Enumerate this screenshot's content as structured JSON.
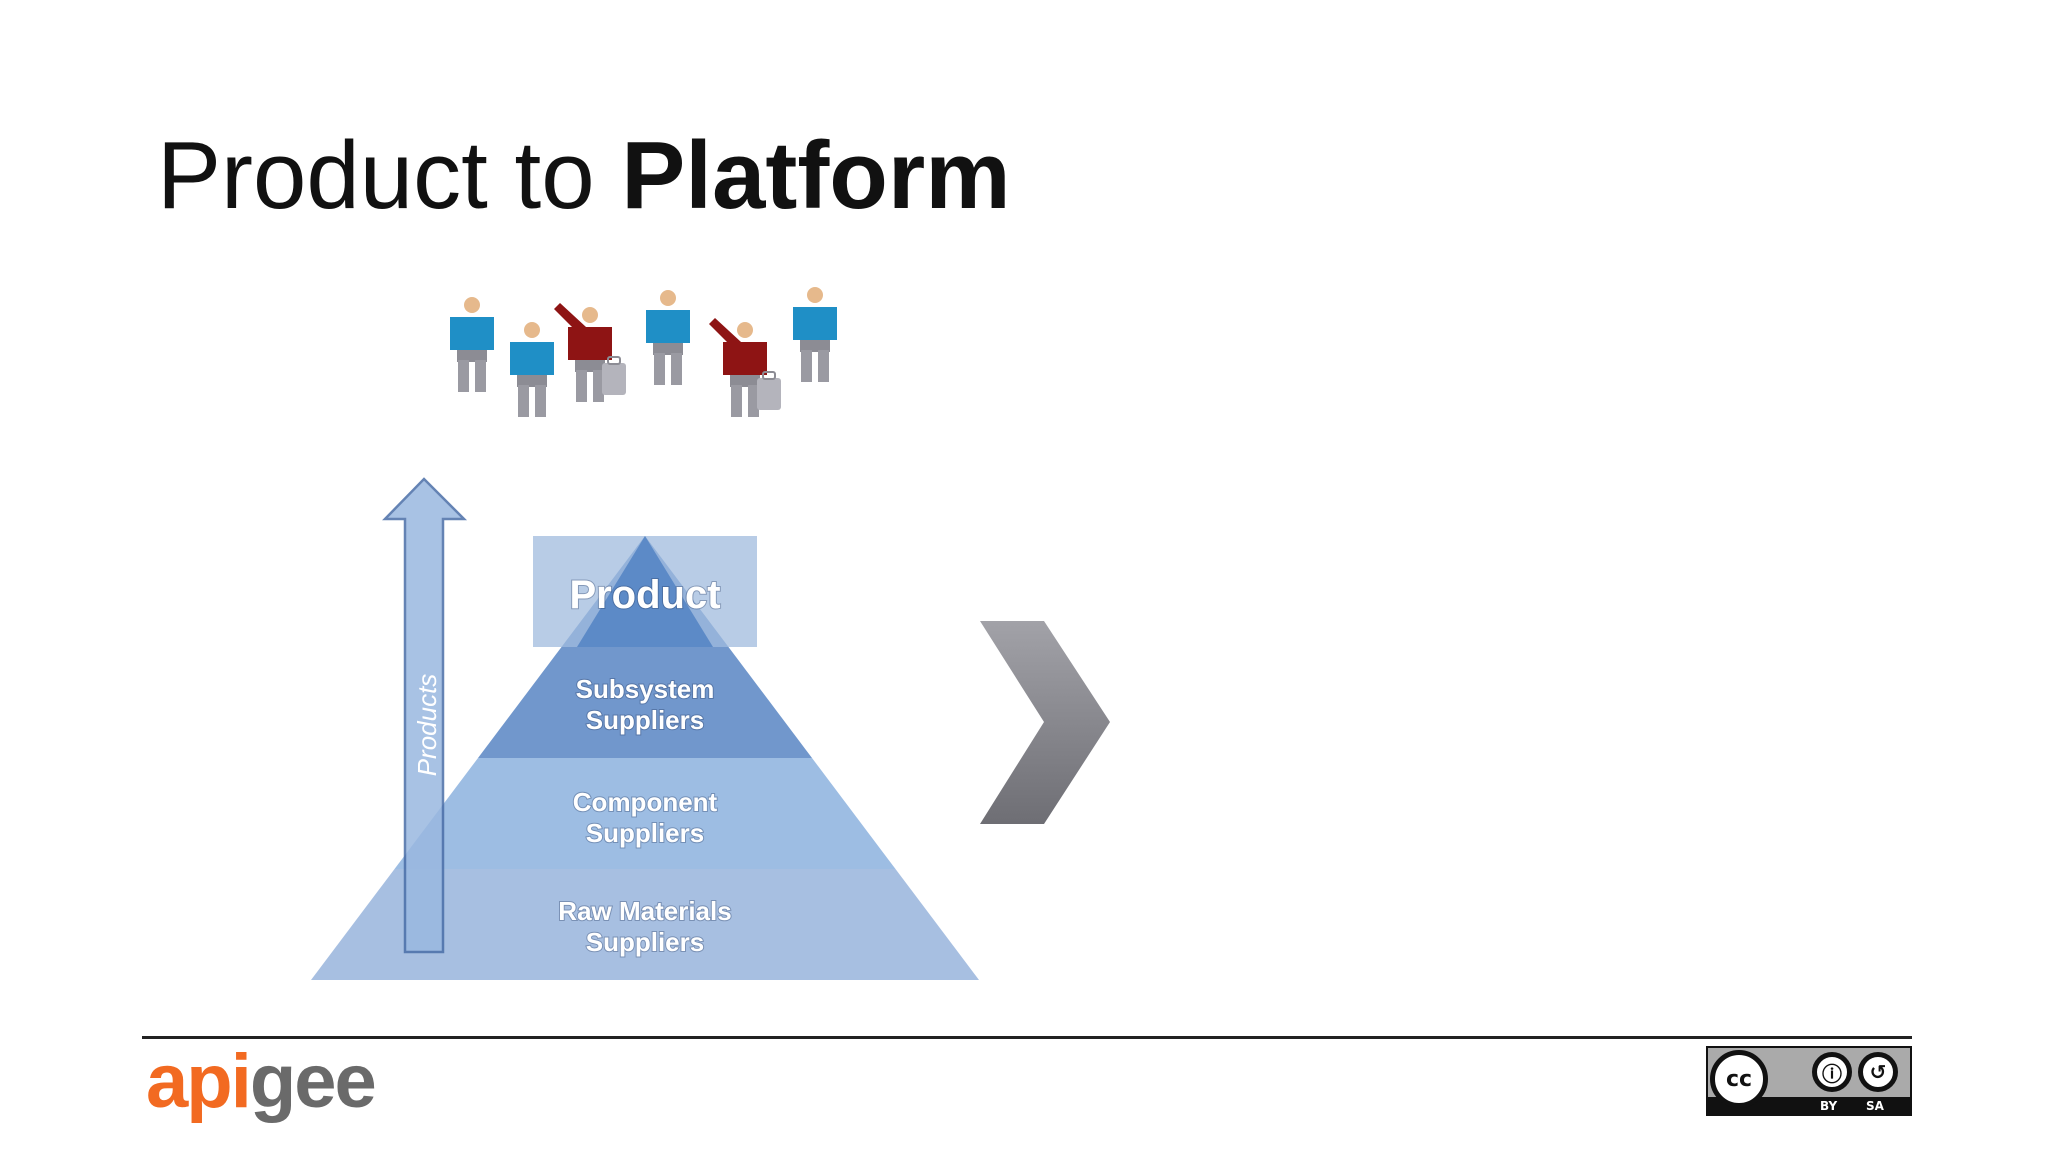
{
  "slide": {
    "title_regular": "Product to ",
    "title_bold": "Platform"
  },
  "diagram": {
    "arrow_label": "Products",
    "product_label": "Product",
    "tiers": [
      {
        "line1": "Subsystem",
        "line2": "Suppliers",
        "color": "#7197cc"
      },
      {
        "line1": "Component",
        "line2": "Suppliers",
        "color": "#9dbde3"
      },
      {
        "line1": "Raw Materials",
        "line2": "Suppliers",
        "color": "#a7bfe1"
      }
    ],
    "people": [
      {
        "type": "standing",
        "shirt": "#1f8fc6"
      },
      {
        "type": "standing",
        "shirt": "#1f8fc6"
      },
      {
        "type": "traveler",
        "shirt": "#8e1414"
      },
      {
        "type": "standing",
        "shirt": "#1f8fc6"
      },
      {
        "type": "traveler",
        "shirt": "#8e1414"
      },
      {
        "type": "standing",
        "shirt": "#1f8fc6"
      }
    ],
    "colors": {
      "product_box": "#a6bfe0",
      "pyramid_top": "#4a7cc0",
      "arrow_fill": "#9ab8e0",
      "arrow_stroke": "#4a6ea8",
      "chevron": "#8a8a90"
    }
  },
  "footer": {
    "logo": {
      "text1": "api",
      "text2": "gee",
      "color1": "#f26a21",
      "color2": "#6a6a6a"
    },
    "license": {
      "cc": "cc",
      "by_label": "BY",
      "sa_label": "SA",
      "by_glyph": "ⓘ",
      "sa_glyph": "↺"
    }
  }
}
